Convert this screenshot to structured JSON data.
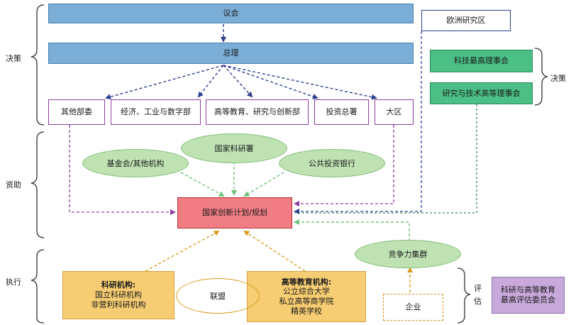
{
  "side_labels": {
    "decision_left": "决策",
    "funding": "资助",
    "execution": "执行",
    "decision_right": "决策",
    "evaluation_1": "评",
    "evaluation_2": "估"
  },
  "nodes": {
    "parliament": "议会",
    "premier": "总理",
    "other_ministries": "其他部委",
    "economy_ministry": "经济、工业与数字部",
    "higher_ed_ministry": "高等教育、研究与创新部",
    "investment_office": "投资总署",
    "regions": "大区",
    "european_research_area": "欧洲研究区",
    "top_council": "科技最高理事会",
    "research_higher_council": "研究与技术高等理事会",
    "foundations": "基金会/其他机构",
    "anr": "国家科研署",
    "bpi": "公共投资银行",
    "national_plan": "国家创新计划/规划",
    "competitiveness_clusters": "竞争力集群",
    "research_institutions_title": "科研机构:",
    "research_institutions_line1": "国立科研机构",
    "research_institutions_line2": "非营利科研机构",
    "alliance": "联盟",
    "higher_ed_title": "高等教育机构:",
    "higher_ed_line1": "公立综合大学",
    "higher_ed_line2": "私立高等商学院",
    "higher_ed_line3": "精英学校",
    "enterprises": "企业",
    "evaluation_council_line1": "科研与高等教育",
    "evaluation_council_line2": "最高评估委员会"
  },
  "colors": {
    "blue_box": "#7aaed6",
    "green_box": "#4bbf85",
    "red_box": "#f07d84",
    "orange_box": "#f6cd72",
    "lilac_box": "#c9a9dc",
    "green_ellipse": "#bfe2b3",
    "navy_arrow": "#2f3f8f",
    "purple_arrow": "#8b3d9e",
    "green_arrow": "#6fc27a",
    "orange_arrow": "#d99b1e",
    "teal_arrow": "#2e8a5b"
  }
}
